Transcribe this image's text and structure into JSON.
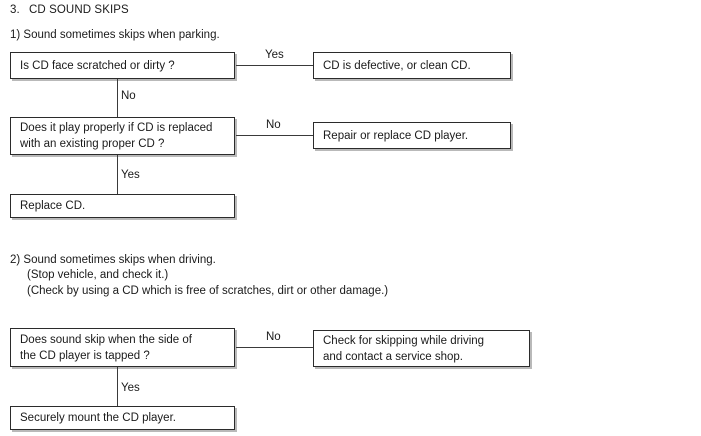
{
  "document": {
    "section_number": "3.",
    "section_title": "CD SOUND SKIPS"
  },
  "subsections": [
    {
      "label": "1) Sound sometimes skips when parking.",
      "notes": []
    },
    {
      "label": "2) Sound sometimes skips when driving.",
      "notes": [
        "(Stop vehicle, and check it.)",
        "(Check by using a CD which is free of scratches, dirt or other damage.)"
      ]
    }
  ],
  "flow1": {
    "decision1": "Is CD face scratched or dirty ?",
    "decision1_yes_label": "Yes",
    "decision1_no_label": "No",
    "outcome1": "CD is defective, or clean CD.",
    "decision2": "Does it play properly if CD is replaced\nwith an existing proper CD ?",
    "decision2_no_label": "No",
    "decision2_yes_label": "Yes",
    "outcome2": "Repair or replace CD player.",
    "outcome3": "Replace CD."
  },
  "flow2": {
    "decision1": "Does sound skip when the side of\nthe CD player is tapped ?",
    "decision1_no_label": "No",
    "decision1_yes_label": "Yes",
    "outcome1": "Check for skipping while driving\nand contact a service shop.",
    "outcome2": "Securely mount the CD player."
  },
  "colors": {
    "text": "#1a1a1a",
    "border": "#2b2b2b",
    "shadow": "#b9b9b9",
    "background": "#ffffff"
  }
}
